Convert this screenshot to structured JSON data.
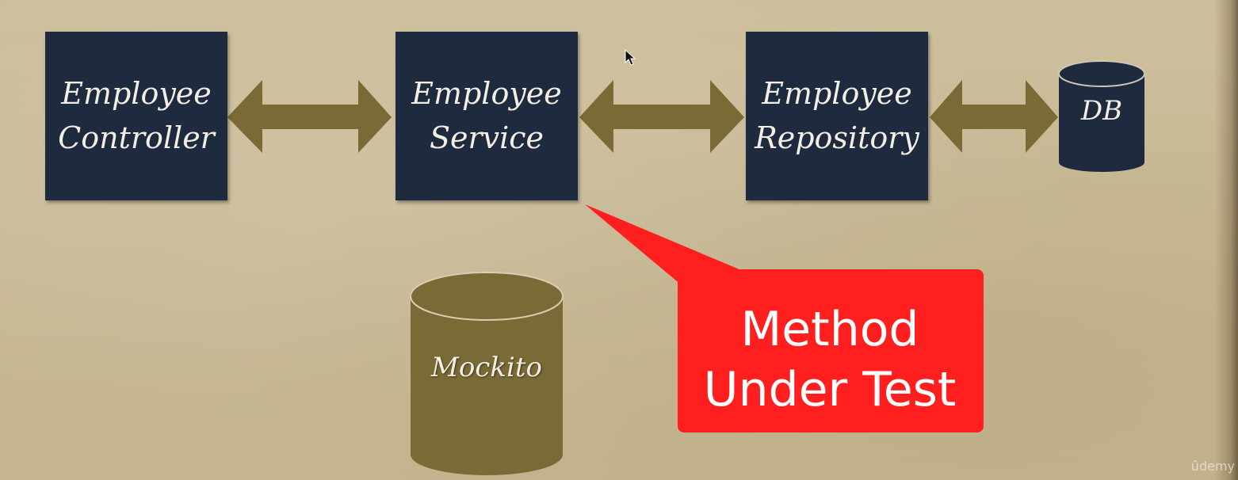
{
  "boxes": {
    "controller": {
      "line1": "Employee",
      "line2": "Controller"
    },
    "service": {
      "line1": "Employee",
      "line2": "Service"
    },
    "repository": {
      "line1": "Employee",
      "line2": "Repository"
    }
  },
  "db": {
    "label": "DB"
  },
  "mockito": {
    "label": "Mockito"
  },
  "callout": {
    "line1": "Method",
    "line2": "Under Test"
  },
  "watermark": "ûdemy",
  "colors": {
    "box": "#1e2a3d",
    "arrow": "#7a6a35",
    "mockito": "#7a6a35",
    "callout": "#ff1f1f",
    "paper": "#c8b893"
  }
}
